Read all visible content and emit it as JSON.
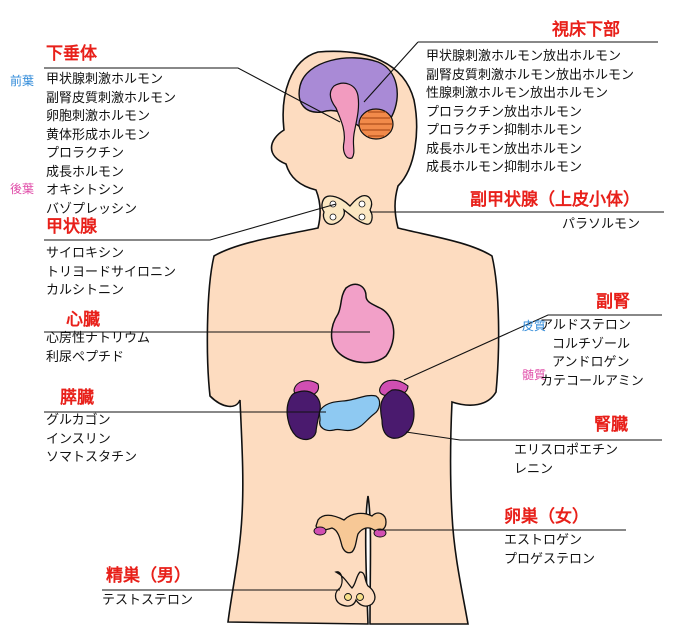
{
  "colors": {
    "skin": "#fddcc0",
    "title_red": "#e8201a",
    "line": "#111111",
    "brain_purple": "#a98ad6",
    "pituitary_pink": "#f29bbf",
    "heart_pink": "#f2a0c8",
    "kidney_purple": "#4a1a6e",
    "pancreas_blue": "#8ec9f2",
    "adrenal_magenta": "#d14fb2",
    "ovary_orange": "#f7c896",
    "anterior_blue": "#2f8ad9",
    "medulla_pink": "#e04ca8"
  },
  "labels": {
    "pituitary": {
      "title": "下垂体",
      "anterior_label": "前葉",
      "posterior_label": "後葉",
      "items": [
        "甲状腺刺激ホルモン",
        "副腎皮質刺激ホルモン",
        "卵胞刺激ホルモン",
        "黄体形成ホルモン",
        "プロラクチン",
        "成長ホルモン",
        "オキシトシン",
        "バゾプレッシン"
      ]
    },
    "hypothalamus": {
      "title": "視床下部",
      "items": [
        "甲状腺刺激ホルモン放出ホルモン",
        "副腎皮質刺激ホルモン放出ホルモン",
        "性腺刺激ホルモン放出ホルモン",
        "プロラクチン放出ホルモン",
        "プロラクチン抑制ホルモン",
        "成長ホルモン放出ホルモン",
        "成長ホルモン抑制ホルモン"
      ]
    },
    "parathyroid": {
      "title": "副甲状腺（上皮小体）",
      "items": [
        "パラソルモン"
      ]
    },
    "thyroid": {
      "title": "甲状腺",
      "items": [
        "サイロキシン",
        "トリヨードサイロニン",
        "カルシトニン"
      ]
    },
    "heart": {
      "title": "心臓",
      "items": [
        "心房性ナトリウム",
        "利尿ペプチド"
      ]
    },
    "adrenal": {
      "title": "副腎",
      "cortex_label": "皮質",
      "medulla_label": "髄質",
      "items": [
        "アルドステロン",
        "コルチゾール",
        "アンドロゲン",
        "カテコールアミン"
      ]
    },
    "pancreas": {
      "title": "膵臓",
      "items": [
        "グルカゴン",
        "インスリン",
        "ソマトスタチン"
      ]
    },
    "kidney": {
      "title": "腎臓",
      "items": [
        "エリスロポエチン",
        "レニン"
      ]
    },
    "ovary": {
      "title": "卵巣（女）",
      "items": [
        "エストロゲン",
        "プロゲステロン"
      ]
    },
    "testis": {
      "title": "精巣（男）",
      "items": [
        "テストステロン"
      ]
    }
  }
}
